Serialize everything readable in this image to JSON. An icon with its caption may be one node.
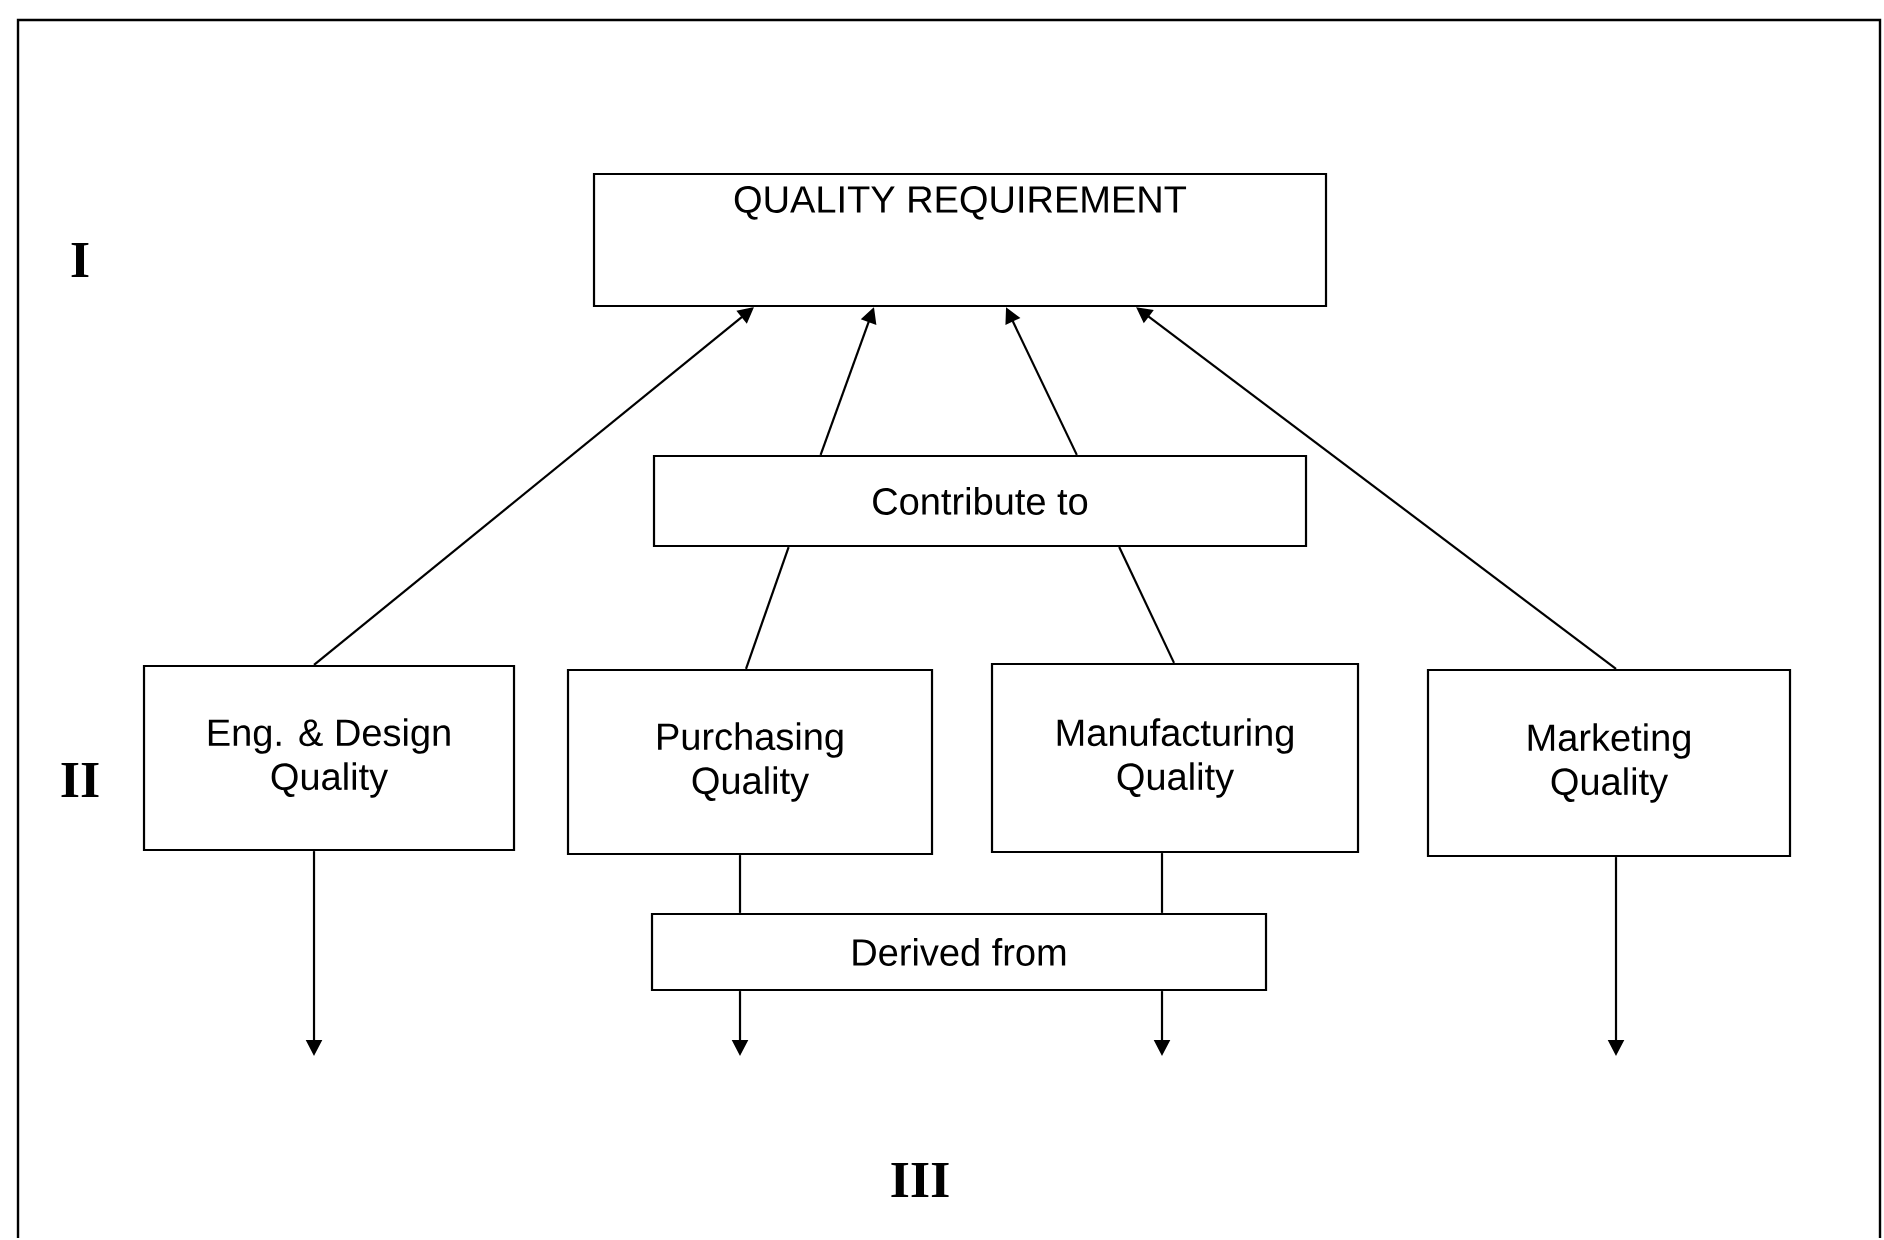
{
  "diagram": {
    "nodes": [
      {
        "text": [
          "QUALITY REQUIREMENT"
        ]
      },
      {
        "text": [
          "Contribute to"
        ]
      },
      {
        "text": [
          "Eng. & Design Quality"
        ]
      },
      {
        "text": [
          "Purchasing Quality"
        ]
      },
      {
        "text": [
          "Manufacturing Quality"
        ]
      },
      {
        "text": [
          "Marketing Quality"
        ]
      },
      {
        "text": [
          "Derived from"
        ]
      }
    ],
    "edges": [
      {
        "from": 2,
        "to": 0,
        "arrow": "to"
      },
      {
        "from": 3,
        "to": 1,
        "arrow": "none"
      },
      {
        "from": 1,
        "to": 0,
        "arrow": "to"
      },
      {
        "from": 4,
        "to": 1,
        "arrow": "none"
      },
      {
        "from": 1,
        "to": 0,
        "arrow": "to"
      },
      {
        "from": 5,
        "to": 0,
        "arrow": "to"
      },
      {
        "from": 2,
        "to": null,
        "arrow": "to"
      },
      {
        "from": 3,
        "to": 6,
        "arrow": "none"
      },
      {
        "from": 6,
        "to": null,
        "arrow": "to"
      },
      {
        "from": 4,
        "to": 6,
        "arrow": "none"
      },
      {
        "from": 6,
        "to": null,
        "arrow": "to"
      },
      {
        "from": 5,
        "to": null,
        "arrow": "to"
      }
    ],
    "labels": [
      "I",
      "II",
      "III"
    ]
  }
}
